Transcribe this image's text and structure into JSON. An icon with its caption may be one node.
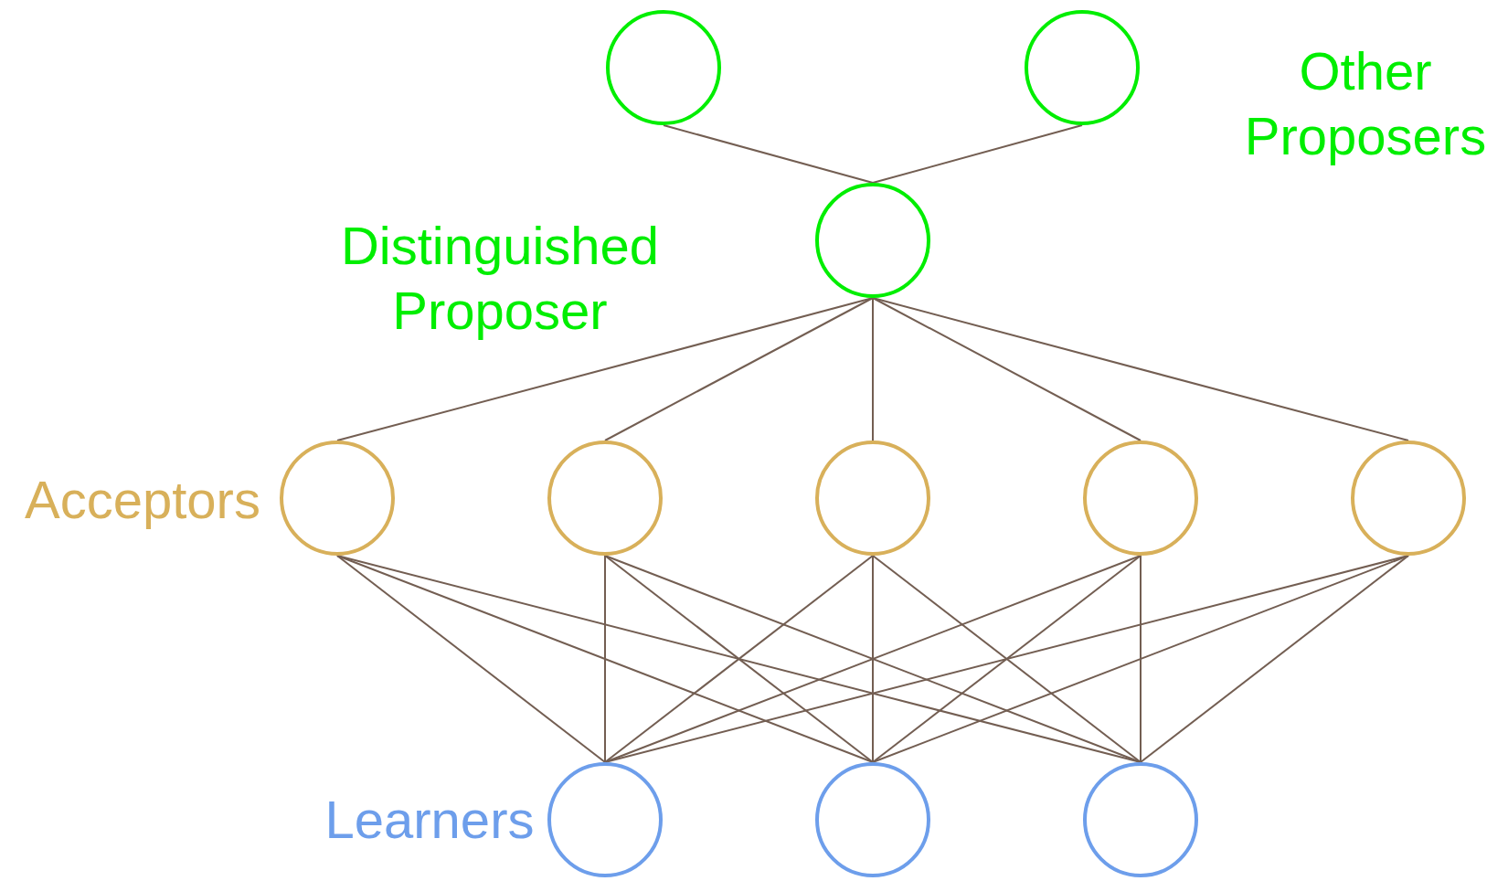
{
  "diagram": {
    "nodes": [
      {
        "text": [],
        "shape": "circle"
      },
      {
        "text": [],
        "shape": "circle"
      },
      {
        "text": [],
        "shape": "circle",
        "beside": [
          "Distinguished Proposer"
        ]
      },
      {
        "text": [],
        "shape": "circle",
        "beside": [
          "Acceptors"
        ]
      },
      {
        "text": [],
        "shape": "circle"
      },
      {
        "text": [],
        "shape": "circle"
      },
      {
        "text": [],
        "shape": "circle"
      },
      {
        "text": [],
        "shape": "circle"
      },
      {
        "text": [],
        "shape": "circle",
        "beside": [
          "Learners"
        ]
      },
      {
        "text": [],
        "shape": "circle"
      },
      {
        "text": [],
        "shape": "circle"
      }
    ],
    "edges": [
      {
        "from": 0,
        "to": 2,
        "arrow": "none"
      },
      {
        "from": 1,
        "to": 2,
        "arrow": "none"
      },
      {
        "from": 2,
        "to": 3,
        "arrow": "none"
      },
      {
        "from": 2,
        "to": 4,
        "arrow": "none"
      },
      {
        "from": 2,
        "to": 5,
        "arrow": "none"
      },
      {
        "from": 2,
        "to": 6,
        "arrow": "none"
      },
      {
        "from": 2,
        "to": 7,
        "arrow": "none"
      },
      {
        "from": 3,
        "to": 8,
        "arrow": "none"
      },
      {
        "from": 3,
        "to": 9,
        "arrow": "none"
      },
      {
        "from": 3,
        "to": 10,
        "arrow": "none"
      },
      {
        "from": 4,
        "to": 8,
        "arrow": "none"
      },
      {
        "from": 4,
        "to": 9,
        "arrow": "none"
      },
      {
        "from": 4,
        "to": 10,
        "arrow": "none"
      },
      {
        "from": 5,
        "to": 8,
        "arrow": "none"
      },
      {
        "from": 5,
        "to": 9,
        "arrow": "none"
      },
      {
        "from": 5,
        "to": 10,
        "arrow": "none"
      },
      {
        "from": 6,
        "to": 8,
        "arrow": "none"
      },
      {
        "from": 6,
        "to": 9,
        "arrow": "none"
      },
      {
        "from": 6,
        "to": 10,
        "arrow": "none"
      },
      {
        "from": 7,
        "to": 8,
        "arrow": "none"
      },
      {
        "from": 7,
        "to": 9,
        "arrow": "none"
      },
      {
        "from": 7,
        "to": 10,
        "arrow": "none"
      }
    ],
    "labels": [
      "Other Proposers"
    ]
  }
}
